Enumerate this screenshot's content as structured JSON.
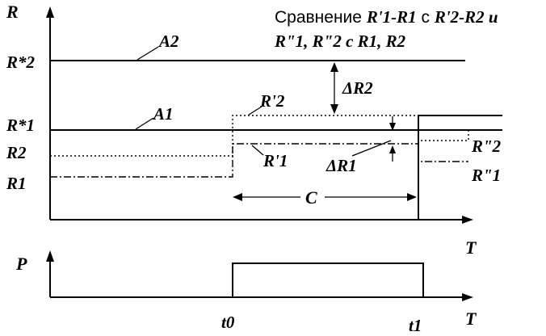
{
  "title": {
    "line1_prefix": "Сравнение ",
    "line1_formula_a": "R'1-R1",
    "line1_mid": " с ",
    "line1_formula_b": "R'2-R2",
    "line1_suffix": " и",
    "line2": "R\"1, R\"2 с R1, R2"
  },
  "labels": {
    "y_axis_top": "R",
    "x_axis_top": "T",
    "y_axis_bottom": "P",
    "x_axis_bottom": "T",
    "R_star_2": "R*2",
    "R_star_1": "R*1",
    "R2": "R2",
    "R1": "R1",
    "A2": "A2",
    "A1": "A1",
    "R_prime_2": "R'2",
    "R_prime_1": "R'1",
    "delta_R2": "ΔR2",
    "delta_R1": "ΔR1",
    "C": "C",
    "R_dprime_2": "R\"2",
    "R_dprime_1": "R\"1",
    "t0": "t0",
    "t1": "t1"
  }
}
